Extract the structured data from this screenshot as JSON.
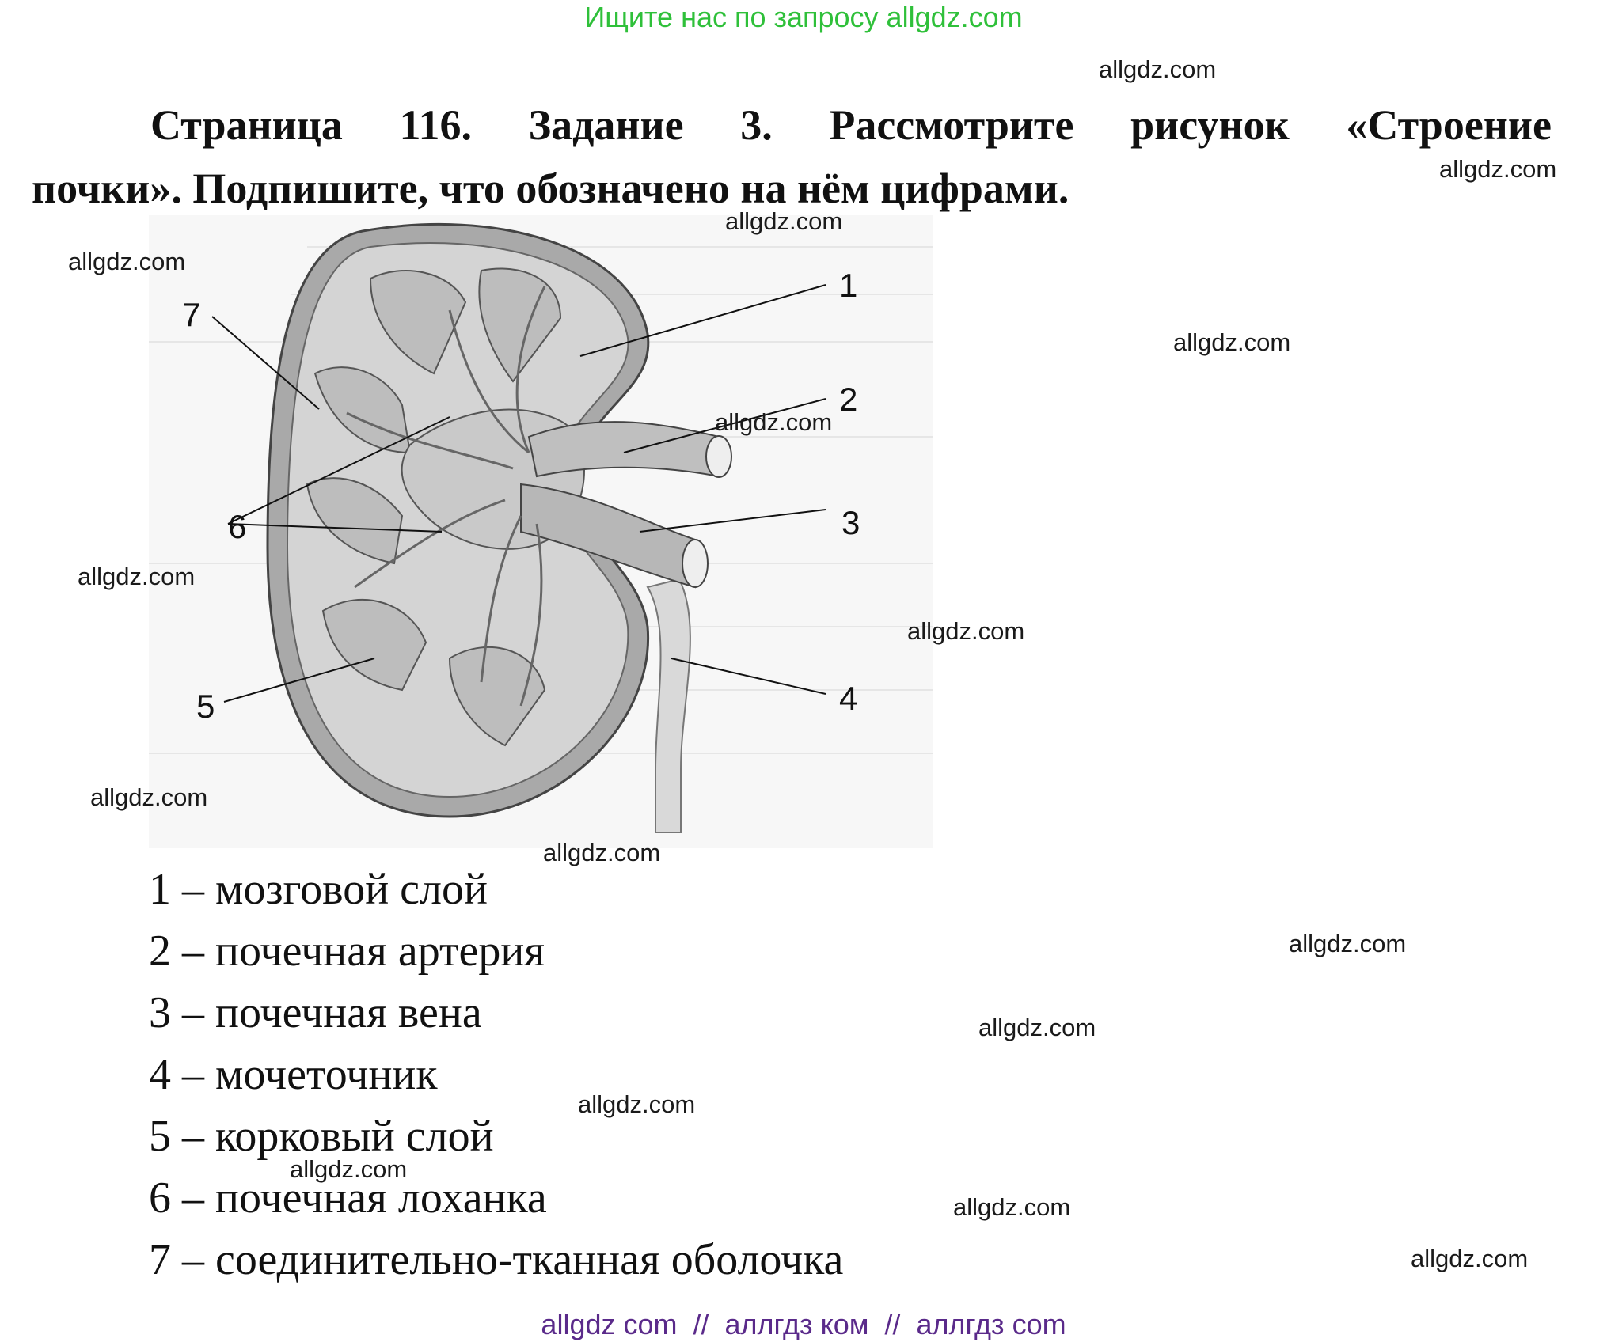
{
  "banner": "Ищите нас по запросу allgdz.com",
  "title": {
    "line1": "Страница 116. Задание 3. Рассмотрите рисунок «Строение",
    "line2": "почки». Подпишите, что обозначено на нём цифрами."
  },
  "figure": {
    "labels": [
      "1",
      "2",
      "3",
      "4",
      "5",
      "6",
      "7"
    ]
  },
  "answers": [
    "1 – мозговой слой",
    "2 – почечная артерия",
    "3 – почечная вена",
    "4 – мочеточник",
    "5 – корковый слой",
    "6 – почечная лоханка",
    "7 – соединительно-тканная оболочка"
  ],
  "watermark": "allgdz.com",
  "footer": "allgdz com  //  аллгдз ком  //  аллгдз com"
}
